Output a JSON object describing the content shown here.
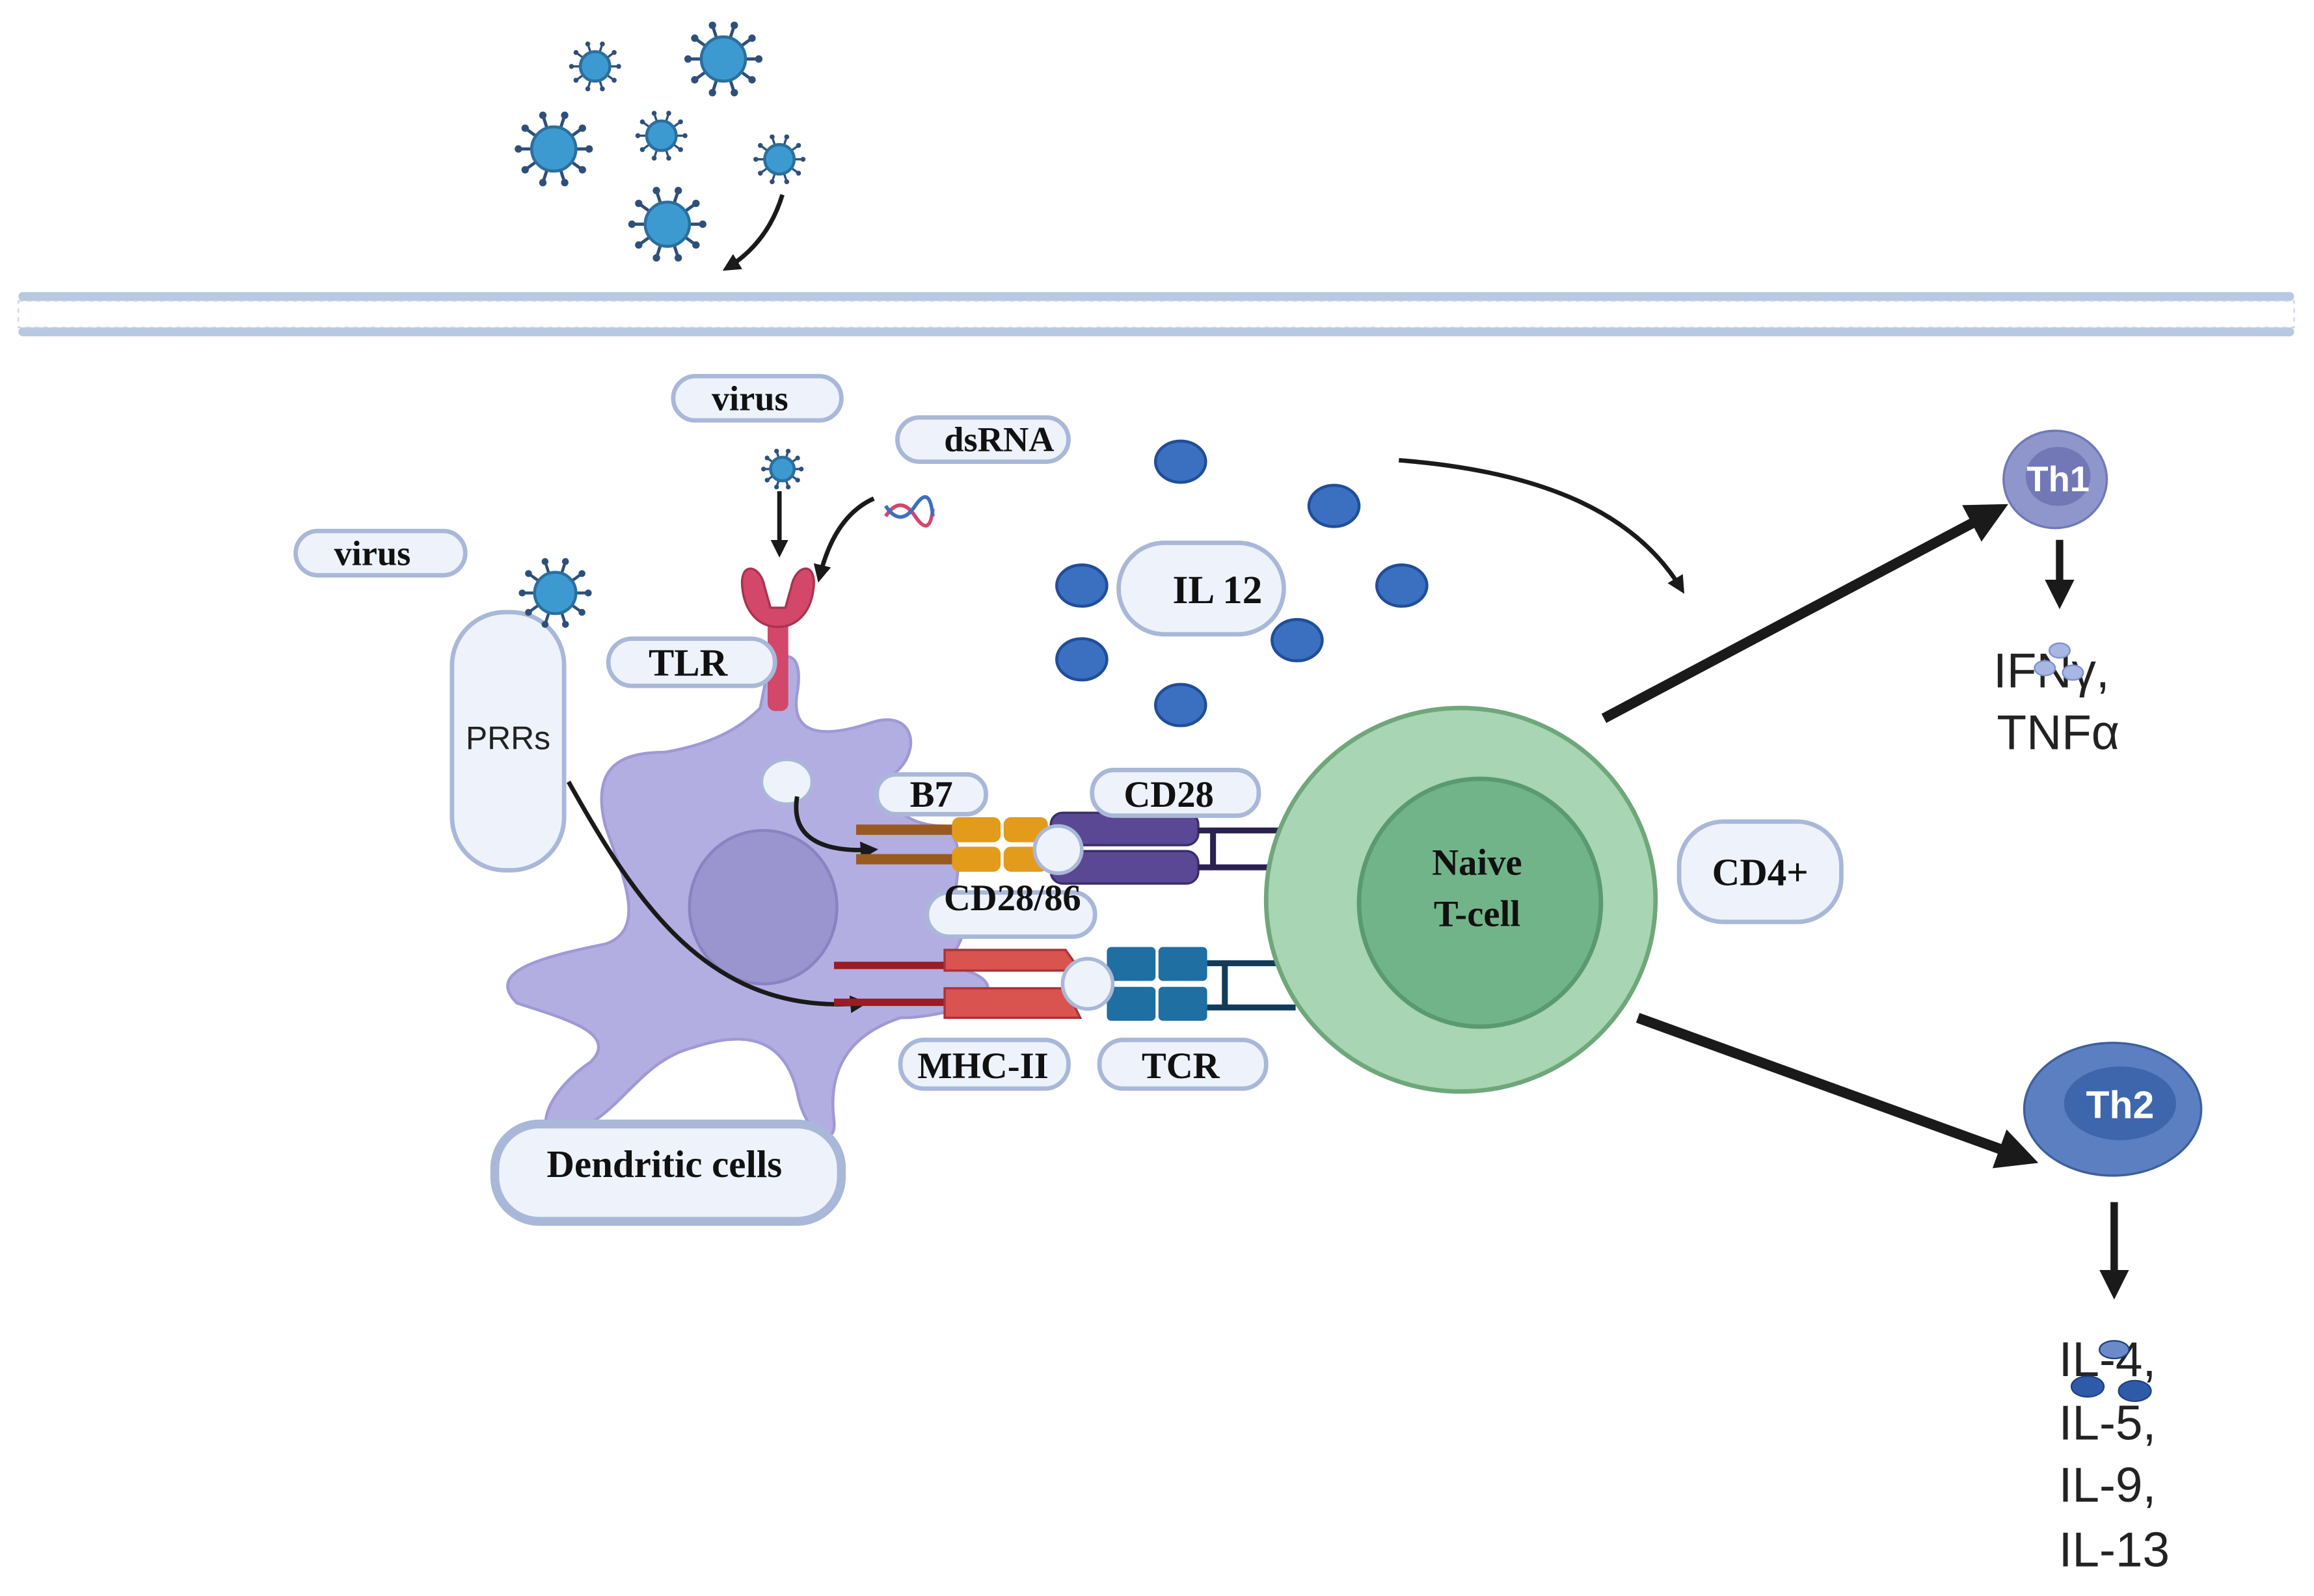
{
  "labels": {
    "virus_top": "virus",
    "virus_left": "virus",
    "dsrna": "dsRNA",
    "tlr": "TLR",
    "prrs": "PRRs",
    "il12": "IL 12",
    "b7": "B7",
    "cd28": "CD28",
    "cd28_86": "CD28/86",
    "mhc2": "MHC-II",
    "tcr": "TCR",
    "dendritic": "Dendritic cells",
    "naive_1": "Naive",
    "naive_2": "T-cell",
    "cd4": "CD4+",
    "th1": "Th1",
    "th2": "Th2"
  },
  "th1_cytokines": [
    "IFNγ,",
    "TNFα"
  ],
  "th2_cytokines": [
    "IL-4,",
    "IL-5,",
    "IL-9,",
    "IL-13"
  ],
  "colors": {
    "virus": "#3d9ad1",
    "virus_spikes": "#2f4f7a",
    "membrane": "#b8c8e0",
    "dendritic_cell": "#b3aee2",
    "nucleus": "#9a94cf",
    "tlr": "#d2476a",
    "il12_dots": "#3b6fc0",
    "tcell_outer": "#a8d5b4",
    "tcell_inner": "#72b48a",
    "th1": "#8e96cc",
    "th2": "#5b7fc0",
    "b7": "#e39b1c",
    "cd28": "#5a4894",
    "mhc2": "#d9534f",
    "tcr_color": "#1f6fa3"
  }
}
